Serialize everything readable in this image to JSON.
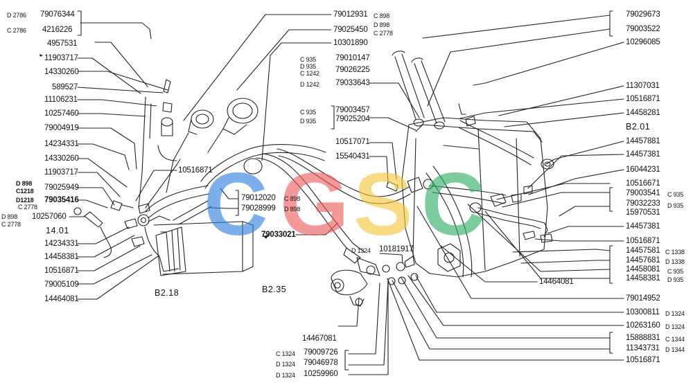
{
  "labels": {
    "d2786": "D 2786",
    "c2786": "C 2786",
    "p79076344": "79076344",
    "p4216226": "4216226",
    "p4957531": "4957531",
    "p11903717a": "11903717",
    "p14330260a": "14330260",
    "p589527": "589527",
    "p11106231": "11106231",
    "p10257460": "10257460",
    "p79004919": "79004919",
    "p14234331a": "14234331",
    "p14330260b": "14330260",
    "p11903717b": "11903717",
    "d898a": "D 898",
    "c1218a": "C1218",
    "d1218a": "D1218",
    "c2778a": "C 2778",
    "d898b": "D 898",
    "c2778b": "C 2778",
    "p79025949": "79025949",
    "p79035416": "79035416",
    "p10257060": "10257060",
    "r1401": "14.01",
    "p14234331b": "14234331",
    "p14458381a": "14458381",
    "p10516871a": "10516871",
    "p79005109": "79005109",
    "p14464081a": "14464081",
    "rB218": "B2.18",
    "p10516871b": "10516871",
    "p79012020": "79012020",
    "p79028999": "79028999",
    "c898a": "C 898",
    "d898c": "D 898",
    "p79033021": "79033021",
    "p79012931": "79012931",
    "p79025450": "79025450",
    "p10301890": "10301890",
    "c898b": "C 898",
    "d898d": "D 898",
    "c2778c": "C 2778",
    "c935a": "C 935",
    "d935a": "D 935",
    "c1242": "C 1242",
    "d1242": "D 1242",
    "p79010147": "79010147",
    "p79026225": "79026225",
    "p79033643": "79033643",
    "c935b": "C 935",
    "d935b": "D 935",
    "p79003457": "79003457",
    "p79025204": "79025204",
    "p10517071": "10517071",
    "p15540431": "15540431",
    "d1324a": "D 1324",
    "p10181917": "10181917",
    "rB235": "B2.35",
    "p14467081": "14467081",
    "c1324a": "C 1324",
    "d1324b": "D 1324",
    "d1324c": "D 1324",
    "p79009726": "79009726",
    "p79046978": "79046978",
    "p10259960": "10259960",
    "p79029673": "79029673",
    "p79003522": "79003522",
    "p10296085": "10296085",
    "p11307031": "11307031",
    "p10516871c": "10516871",
    "p14458281": "14458281",
    "rB201": "B2.01",
    "p14457881": "14457881",
    "p14457381a": "14457381",
    "p16044231": "16044231",
    "p10516671": "10516671",
    "p79003541": "79003541",
    "p79032233": "79032233",
    "p15970531": "15970531",
    "c935c": "C 935",
    "d935c": "D 935",
    "p14457381b": "14457381",
    "p10516871d": "10516871",
    "p14457581": "14457581",
    "p14457681": "14457681",
    "c1338": "C 1338",
    "d1338": "D 1338",
    "p14458081": "14458081",
    "p14458381b": "14458381",
    "c935d": "C 935",
    "d935d": "D 935",
    "p14464081b": "14464081",
    "p79014952": "79014952",
    "p10300811": "10300811",
    "d1324d": "D 1324",
    "p10263160": "10263160",
    "d1324e": "D 1324",
    "p15888831": "15888831",
    "p11343731": "11343731",
    "c1344": "C 1344",
    "d1344": "D 1344",
    "p10516871e": "10516871"
  },
  "watermark": {
    "letters": [
      "C",
      "G",
      "S",
      "C"
    ],
    "colors": [
      "#2f7fe0",
      "#ec5b5b",
      "#f3c63b",
      "#2eae62"
    ]
  }
}
